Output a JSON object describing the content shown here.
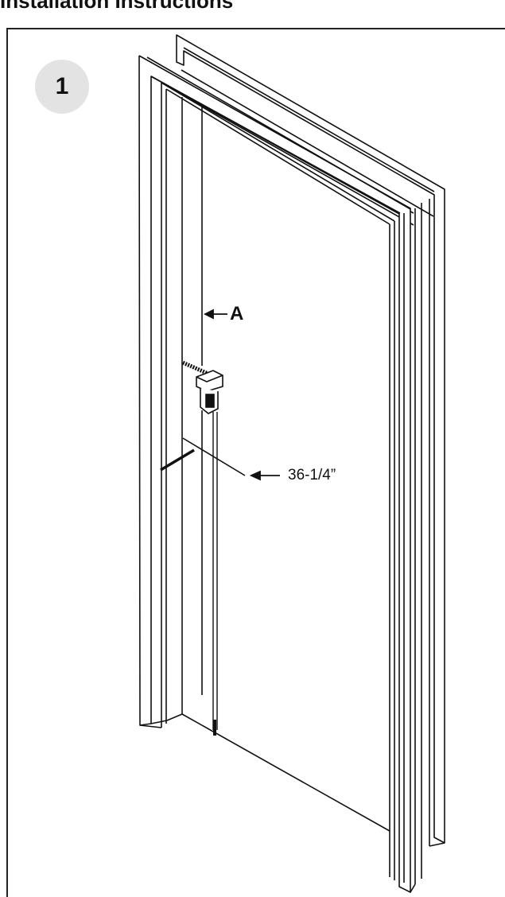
{
  "page": {
    "title": "Installation Instructions"
  },
  "step": {
    "number": "1"
  },
  "labels": {
    "part": "A",
    "measurement": "36-1/4”"
  },
  "colors": {
    "badge": "#e3e3e3",
    "lines": "#111111",
    "border": "#222222"
  },
  "icons": {
    "arrow": "left-arrow-icon"
  }
}
